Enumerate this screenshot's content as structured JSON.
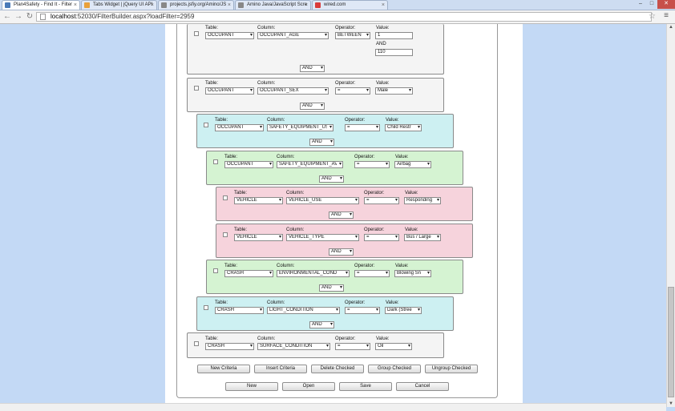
{
  "browser": {
    "tabs": [
      {
        "label": "Plan4Safety - Find It - Filter",
        "active": true
      },
      {
        "label": "Tabs Widget | jQuery UI API",
        "active": false
      },
      {
        "label": "projects.jsfiy.org/Amino/JS",
        "active": false
      },
      {
        "label": "Amino Java/JavaScript Scre",
        "active": false
      },
      {
        "label": "wired.com",
        "active": false
      }
    ],
    "url_host": "localhost",
    "url_rest": ":52030/FilterBuilder.aspx?loadFilter=2959",
    "window_controls": [
      "–",
      "□",
      "✕"
    ]
  },
  "labels": {
    "table": "Table:",
    "column": "Column:",
    "operator": "Operator:",
    "value": "Value:",
    "and_between": "AND"
  },
  "criteria": [
    {
      "table": "OCCUPANT",
      "column": "OCCUPANT_AGE",
      "operator": "BETWEEN",
      "value_from": "1",
      "value_to": "110",
      "connector": "AND"
    },
    {
      "table": "OCCUPANT",
      "column": "OCCUPANT_SEX",
      "operator": "=",
      "value": "Male",
      "connector": "AND"
    },
    {
      "table": "OCCUPANT",
      "column": "SAFETY_EQUIPMENT_US",
      "operator": "=",
      "value": "Child Restr",
      "connector": "AND"
    },
    {
      "table": "OCCUPANT",
      "column": "SAFETY_EQUIPMENT_AV",
      "operator": "=",
      "value": "Airbag",
      "connector": "AND"
    },
    {
      "table": "VEHICLE",
      "column": "VEHICLE_USE",
      "operator": "=",
      "value": "Responding",
      "connector": "AND"
    },
    {
      "table": "VEHICLE",
      "column": "VEHICLE_TYPE",
      "operator": "=",
      "value": "Bus / Large",
      "connector": "AND"
    },
    {
      "table": "CRASH",
      "column": "ENVIRONMENTAL_COND",
      "operator": "=",
      "value": "Blowing Sn",
      "connector": "AND"
    },
    {
      "table": "CRASH",
      "column": "LIGHT_CONDITION",
      "operator": "=",
      "value": "Dark (Stree",
      "connector": "AND"
    },
    {
      "table": "CRASH",
      "column": "SURFACE_CONDITION",
      "operator": "=",
      "value": "Oil"
    }
  ],
  "actions": {
    "new_criteria": "New Criteria",
    "insert_criteria": "Insert Criteria",
    "delete_checked": "Delete Checked",
    "group_checked": "Group Checked",
    "ungroup_checked": "Ungroup Checked"
  },
  "file_actions": {
    "new": "New",
    "open": "Open",
    "save": "Save",
    "cancel": "Cancel"
  },
  "colors": {
    "gray": "#f4f4f4",
    "cyan": "#cdf0f2",
    "green": "#d5f3d2",
    "pink": "#f6d3dc"
  }
}
